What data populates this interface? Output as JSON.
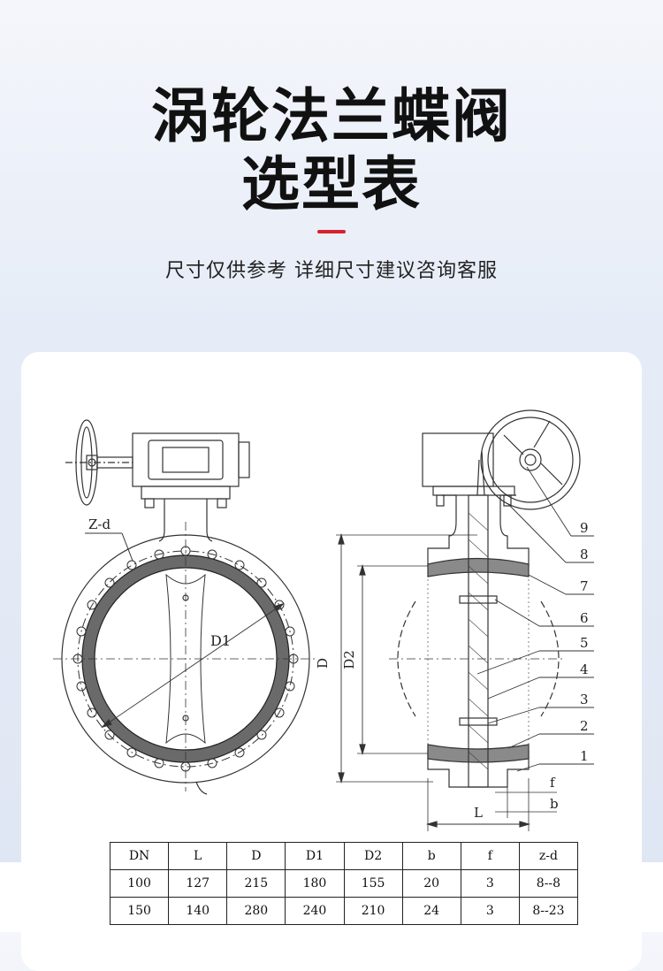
{
  "header": {
    "title_line1": "涡轮法兰蝶阀",
    "title_line2": "选型表",
    "subtitle": "尺寸仅供参考 详细尺寸建议咨询客服",
    "accent_color": "#d8202c"
  },
  "drawing": {
    "labels": {
      "zd": "Z-d",
      "d1": "D1",
      "d": "D",
      "d2": "D2",
      "l": "L",
      "f": "f",
      "b": "b"
    },
    "part_numbers": [
      "1",
      "2",
      "3",
      "4",
      "5",
      "6",
      "7",
      "8",
      "9"
    ]
  },
  "table": {
    "headers": [
      "DN",
      "L",
      "D",
      "D1",
      "D2",
      "b",
      "f",
      "z-d"
    ],
    "rows": [
      [
        "100",
        "127",
        "215",
        "180",
        "155",
        "20",
        "3",
        "8--8"
      ],
      [
        "150",
        "140",
        "280",
        "240",
        "210",
        "24",
        "3",
        "8--23"
      ]
    ]
  }
}
